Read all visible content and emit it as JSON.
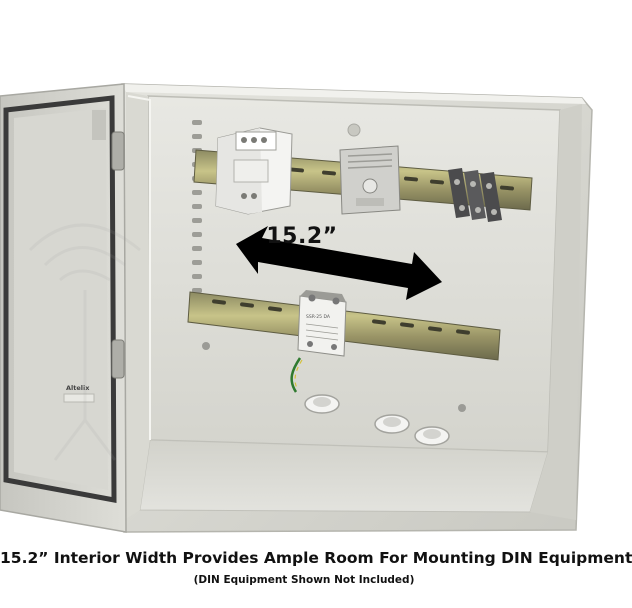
{
  "photo": {
    "dimension_label": "15.2”",
    "door_brand": "Altelix",
    "relay_text": "SSR-25 DA"
  },
  "caption": {
    "main": "15.2” Interior Width Provides Ample Room For Mounting DIN Equipment",
    "sub": "(DIN Equipment Shown Not Included)"
  }
}
